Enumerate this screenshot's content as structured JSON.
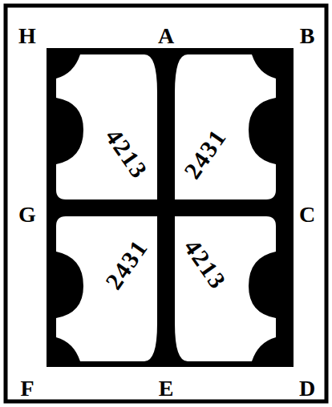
{
  "diagram": {
    "labels": [
      "H",
      "A",
      "B",
      "4213",
      "2431",
      "G",
      "C",
      "2431",
      "4213",
      "F",
      "E",
      "D"
    ]
  }
}
